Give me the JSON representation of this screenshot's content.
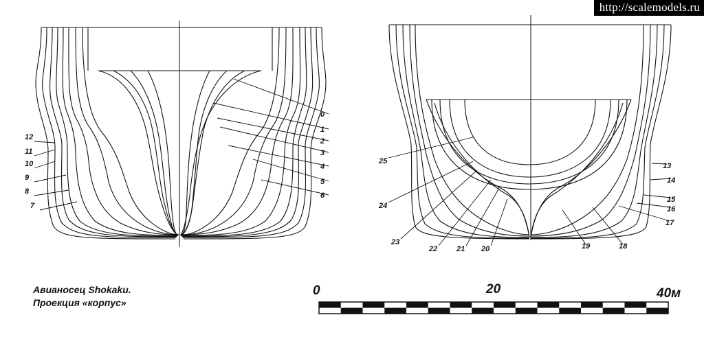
{
  "watermark": "http://scalemodels.ru",
  "caption": {
    "line1": "Авианосец Shokaku.",
    "line2": "Проекция «корпус»"
  },
  "scale": {
    "label_0": "0",
    "label_20": "20",
    "label_40": "40м"
  },
  "bow_view": {
    "labels_right": [
      "0",
      "1",
      "2",
      "3",
      "4",
      "5",
      "6"
    ],
    "labels_left": [
      "12",
      "11",
      "10",
      "9",
      "8",
      "7"
    ]
  },
  "stern_view": {
    "labels_left": [
      "25",
      "24",
      "23",
      "22",
      "21",
      "20"
    ],
    "labels_right": [
      "13",
      "14",
      "15",
      "16",
      "17",
      "18",
      "19"
    ]
  }
}
